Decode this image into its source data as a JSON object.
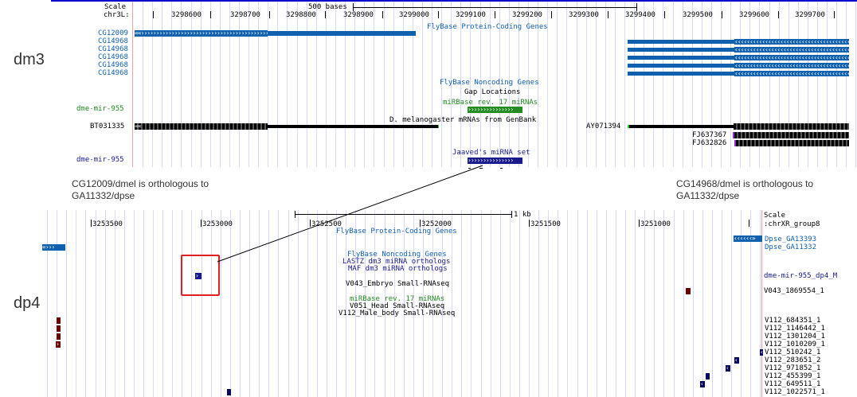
{
  "colors": {
    "flybase_blue": "#1060b0",
    "mirbase_green": "#228b22",
    "jaaved_navy": "#1a1a8c",
    "small_rna_maroon": "#6a0000",
    "small_rna_navy": "#000060",
    "highlight_red": "#e02020",
    "grid": "#d8d8f8",
    "top_border": "#0000cc"
  },
  "dm3": {
    "species_label": "dm3",
    "scale_label": "Scale",
    "scale_bar_label": "500 bases",
    "chrom_label": "chr3L:",
    "ticks": [
      "3298600",
      "3298700",
      "3298800",
      "3298900",
      "3299000",
      "3299100",
      "3299200",
      "3299300",
      "3299400",
      "3299500",
      "3299600",
      "3299700"
    ],
    "tracks": {
      "protein_coding_title": "FlyBase Protein-Coding Genes",
      "gene_labels": [
        "CG12009",
        "CG14968",
        "CG14968",
        "CG14968",
        "CG14968",
        "CG14968"
      ],
      "noncoding_title": "FlyBase Noncoding Genes",
      "gap_title": "Gap Locations",
      "mirbase_title": "miRBase rev. 17 miRNAs",
      "mirbase_label": "dme-mir-955",
      "mrna_title": "D. melanogaster mRNAs from GenBank",
      "mrna_labels": [
        "BT031335",
        "AY071394",
        "FJ637367",
        "FJ632826"
      ],
      "jaaved_title": "Jaaved's miRNA set",
      "jaaved_label": "dme-mir-955"
    }
  },
  "annotations": {
    "left_ortholog": "CG12009/dmel is orthologous to GA11332/dpse",
    "right_ortholog": "CG14968/dmel is orthologous to GA11332/dpse"
  },
  "dp4": {
    "species_label": "dp4",
    "scale_label": "Scale",
    "scale_bar_label": "1 kb",
    "chrom_label": ":chrXR_group8",
    "ticks": [
      "3253500",
      "3253000",
      "3252500",
      "3252000",
      "3251500",
      "3251000"
    ],
    "tracks": {
      "protein_coding_title": "FlyBase Protein-Coding Genes",
      "gene_labels": [
        "Dpse_GA13393",
        "Dpse_GA11332"
      ],
      "noncoding_title": "FlyBase Noncoding Genes",
      "lastz_title": "LASTZ dm3 miRNA orthologs",
      "maf_title": "MAF dm3 miRNA orthologs",
      "maf_label": "dme-mir-955_dp4_M",
      "v043_title": "V043_Embryo Small-RNAseq",
      "v043_label": "V043_1869554_1",
      "mirbase_title": "miRBase rev. 17 miRNAs",
      "v051_title": "V051_Head Small-RNAseq",
      "v112_title": "V112_Male_body Small-RNAseq",
      "v112_labels": [
        "V112_684351_1",
        "V112_1146442_1",
        "V112_1301204_1",
        "V112_1010209_1",
        "V112_510242_1",
        "V112_283651_2",
        "V112_971852_1",
        "V112_455399_1",
        "V112_649511_1",
        "V112_1022571_1"
      ]
    }
  }
}
